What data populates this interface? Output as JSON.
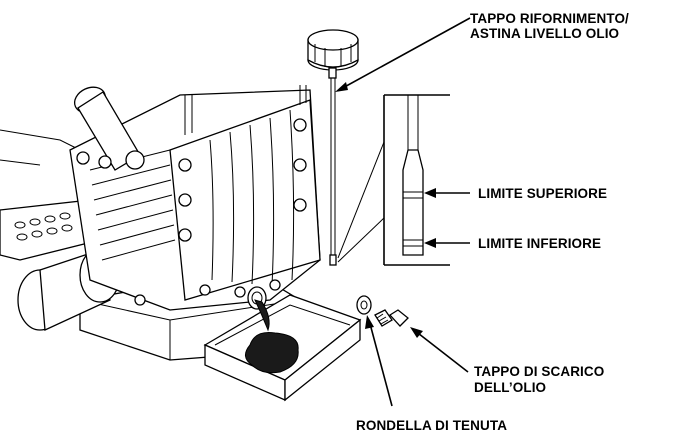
{
  "labels": {
    "filler_cap_line1": "TAPPO RIFORNIMENTO/",
    "filler_cap_line2": "ASTINA LIVELLO OLIO",
    "upper_limit": "LIMITE SUPERIORE",
    "lower_limit": "LIMITE INFERIORE",
    "drain_plug_line1": "TAPPO DI SCARICO",
    "drain_plug_line2": "DELL’OLIO",
    "sealing_washer": "RONDELLA DI TENUTA"
  }
}
